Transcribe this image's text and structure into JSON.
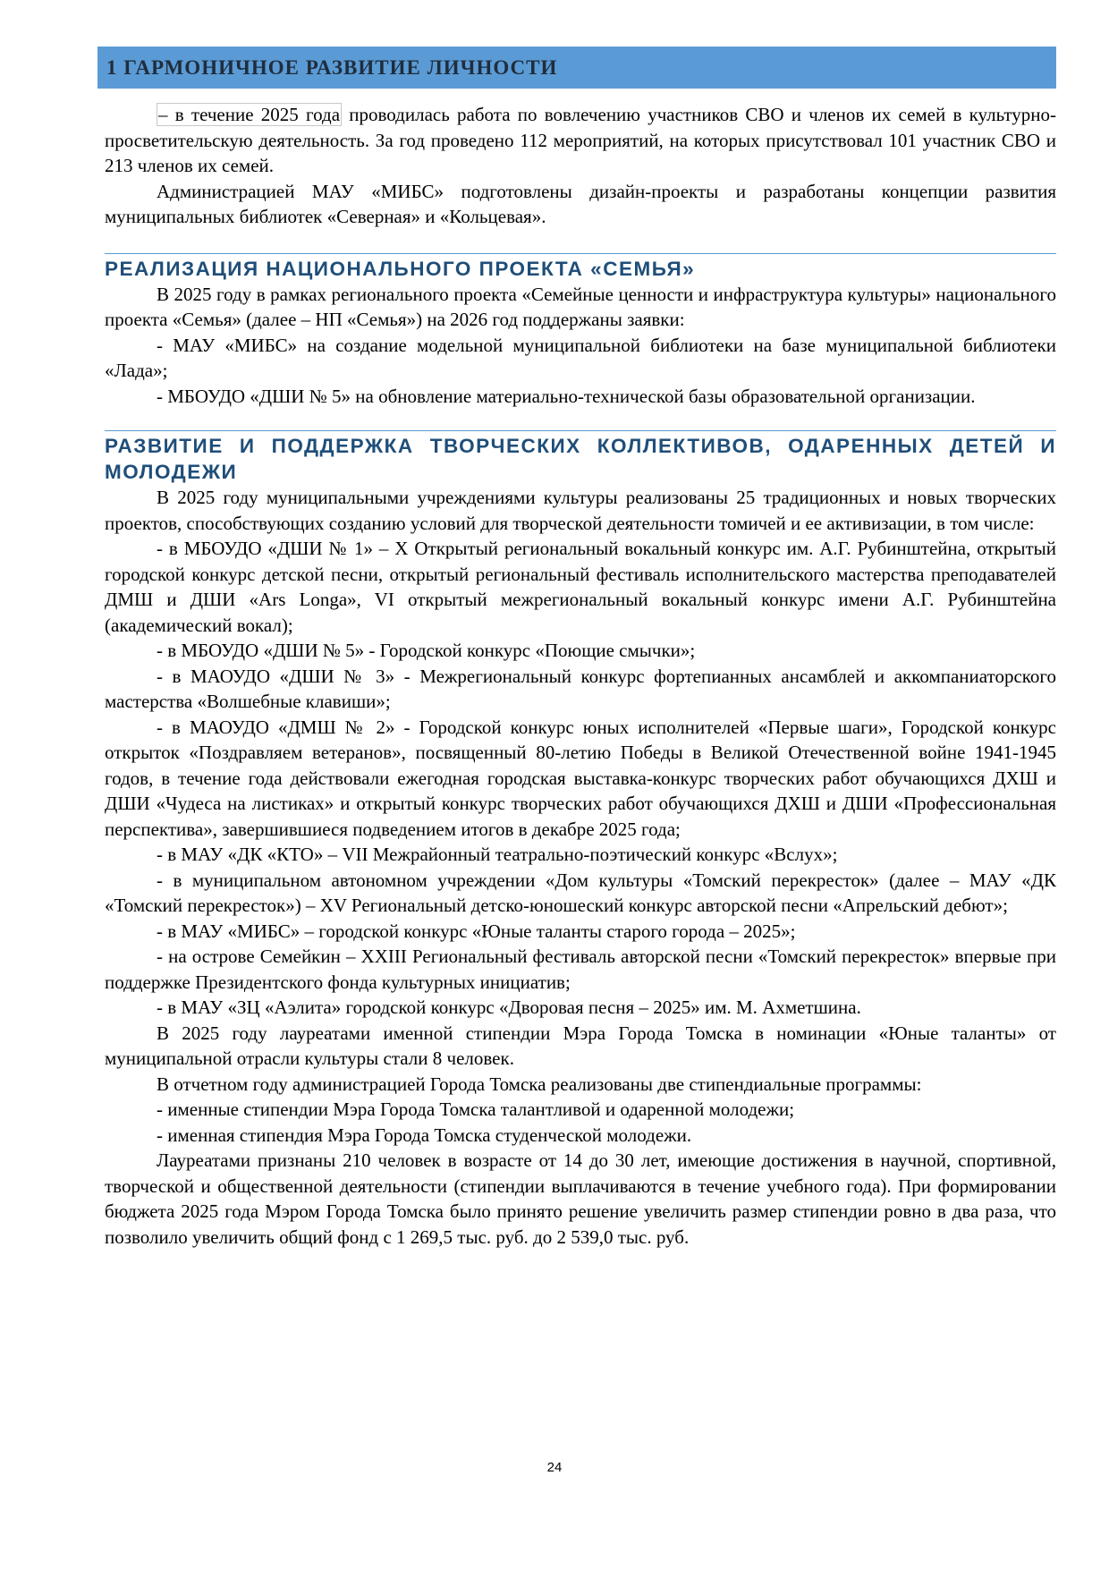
{
  "chapter": {
    "title": "1 ГАРМОНИЧНОЕ РАЗВИТИЕ ЛИЧНОСТИ"
  },
  "intro": {
    "p1_highlight": "– в течение 2025 года",
    "p1_rest": "проводилась работа по вовлечению участников СВО и членов их семей в культурно-просветительскую деятельность. За год проведено 112 мероприятий, на которых присутствовал 101 участник СВО и 213 членов их семей.",
    "p2": "Администрацией МАУ «МИБС» подготовлены дизайн-проекты и разработаны концепции развития муниципальных библиотек «Северная» и «Кольцевая»."
  },
  "section1": {
    "title": "РЕАЛИЗАЦИЯ НАЦИОНАЛЬНОГО ПРОЕКТА «СЕМЬЯ»",
    "paragraphs": [
      "В 2025 году в рамках регионального проекта «Семейные ценности и инфраструктура культуры» национального проекта «Семья» (далее – НП «Семья») на 2026 год поддержаны заявки:",
      "- МАУ «МИБС» на создание модельной муниципальной библиотеки на базе муниципальной библиотеки «Лада»;",
      "- МБОУДО «ДШИ № 5» на обновление материально-технической базы образовательной организации."
    ]
  },
  "section2": {
    "title": "РАЗВИТИЕ И ПОДДЕРЖКА ТВОРЧЕСКИХ КОЛЛЕКТИВОВ, ОДАРЕННЫХ ДЕТЕЙ И МОЛОДЕЖИ",
    "paragraphs": [
      "В 2025 году муниципальными учреждениями культуры реализованы 25 традиционных и новых творческих проектов, способствующих созданию условий для творческой деятельности томичей и ее активизации, в том числе:",
      "- в МБОУДО «ДШИ № 1» – X Открытый региональный вокальный конкурс им. А.Г. Рубинштейна, открытый городской конкурс детской песни, открытый региональный фестиваль исполнительского мастерства преподавателей ДМШ и ДШИ «Ars Longa», VI открытый межрегиональный вокальный конкурс имени А.Г. Рубинштейна (академический вокал);",
      "- в МБОУДО «ДШИ № 5» - Городской конкурс «Поющие смычки»;",
      "- в МАОУДО «ДШИ № 3» - Межрегиональный конкурс фортепианных ансамблей и аккомпаниаторского мастерства «Волшебные клавиши»;",
      "- в МАОУДО «ДМШ № 2» - Городской конкурс юных исполнителей «Первые шаги», Городской конкурс открыток «Поздравляем ветеранов», посвященный 80-летию Победы в Великой Отечественной войне 1941-1945 годов, в течение года действовали ежегодная городская выставка-конкурс творческих работ обучающихся ДХШ и ДШИ «Чудеса на листиках» и открытый конкурс творческих работ обучающихся ДХШ и ДШИ «Профессиональная перспектива», завершившиеся подведением итогов в декабре 2025 года;",
      "- в МАУ «ДК «КТО» – VII Межрайонный театрально-поэтический конкурс «Вслух»;",
      "- в муниципальном автономном учреждении «Дом культуры «Томский перекресток» (далее – МАУ «ДК «Томский перекресток») – XV Региональный детско-юношеский конкурс авторской песни «Апрельский дебют»;",
      "- в МАУ «МИБС» – городской конкурс «Юные таланты старого города – 2025»;",
      "- на острове Семейкин – XXIII Региональный фестиваль авторской песни «Томский перекресток» впервые при поддержке Президентского фонда культурных инициатив;",
      "- в МАУ «ЗЦ «Аэлита» городской конкурс «Дворовая песня – 2025» им. М. Ахметшина.",
      "В 2025 году лауреатами именной стипендии Мэра Города Томска в номинации «Юные таланты» от муниципальной отрасли культуры стали 8 человек.",
      "В отчетном году администрацией Города Томска реализованы две стипендиальные программы:",
      "- именные стипендии Мэра Города Томска талантливой и одаренной молодежи;",
      "- именная стипендия Мэра Города Томска студенческой молодежи.",
      "Лауреатами признаны 210 человек в возрасте от 14 до 30 лет, имеющие достижения в научной, спортивной, творческой и общественной деятельности (стипендии выплачиваются в течение учебного года). При формировании бюджета 2025 года Мэром Города Томска было принято решение увеличить размер стипендии ровно в два раза, что позволило увеличить общий фонд с 1 269,5 тыс. руб. до 2 539,0 тыс. руб."
    ]
  },
  "footer": {
    "page_number": "24"
  }
}
